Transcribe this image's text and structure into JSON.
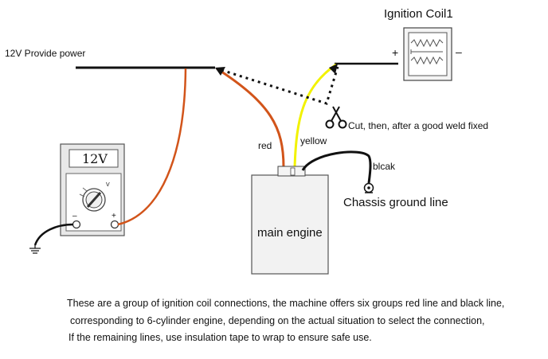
{
  "labels": {
    "power": "12V Provide power",
    "coil_title": "Ignition Coil1",
    "coil_plus": "+",
    "coil_minus": "–",
    "cut_note": "Cut, then, after a good weld fixed",
    "wire_red": "red",
    "wire_yellow": "yellow",
    "wire_black": "blcak",
    "ground": "Chassis ground line",
    "engine": "main engine",
    "meter_display": "12V",
    "meter_v": "V",
    "meter_minus": "–",
    "meter_plus": "+"
  },
  "wire_colors": {
    "red": "#d2541a",
    "yellow": "#f2f200",
    "black": "#111111"
  },
  "icons": [
    "scissors-icon",
    "ground-symbol-icon",
    "ground-clip-icon",
    "arrow-icon"
  ],
  "notes": [
    "These are a group of ignition coil connections, the machine offers six groups red line and black line,",
    "corresponding to 6-cylinder engine, depending on the actual situation to select the connection,",
    "If the remaining lines, use insulation tape to wrap to ensure safe use."
  ]
}
